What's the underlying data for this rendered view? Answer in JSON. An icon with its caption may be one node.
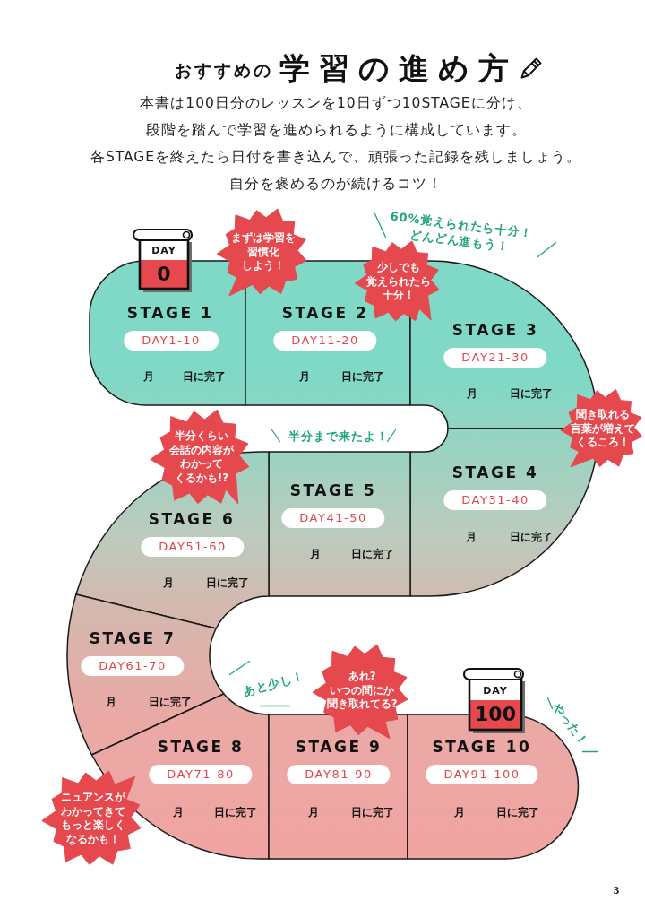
{
  "diagram": {
    "title": "学習の進め方",
    "nodes": [
      {
        "text": [
          "DAY",
          "0"
        ]
      },
      {
        "text": [
          "まずは学習を習慣化しよう！"
        ]
      },
      {
        "text": [
          "STAGE 1",
          "DAY1-10",
          "月",
          "日に完了"
        ]
      },
      {
        "text": [
          "STAGE 2",
          "DAY11-20",
          "月",
          "日に完了"
        ]
      },
      {
        "text": [
          "少しでも覚えられたら十分！"
        ]
      },
      {
        "text": [
          "STAGE 3",
          "DAY21-30",
          "月",
          "日に完了"
        ]
      },
      {
        "text": [
          "聞き取れる言葉が増えてくるころ！"
        ]
      },
      {
        "text": [
          "STAGE 4",
          "DAY31-40",
          "月",
          "日に完了"
        ]
      },
      {
        "text": [
          "半分くらい会話の内容がわかってくるかも!?"
        ]
      },
      {
        "text": [
          "STAGE 5",
          "DAY41-50",
          "月",
          "日に完了"
        ]
      },
      {
        "text": [
          "STAGE 6",
          "DAY51-60",
          "月",
          "日に完了"
        ]
      },
      {
        "text": [
          "STAGE 7",
          "DAY61-70",
          "月",
          "日に完了"
        ]
      },
      {
        "text": [
          "あれ?いつの間にか聞き取れてる?"
        ]
      },
      {
        "text": [
          "DAY",
          "100"
        ]
      },
      {
        "text": [
          "STAGE 8",
          "DAY71-80",
          "月",
          "日に完了"
        ]
      },
      {
        "text": [
          "STAGE 9",
          "DAY81-90",
          "月",
          "日に完了"
        ]
      },
      {
        "text": [
          "STAGE 10",
          "DAY91-100",
          "月",
          "日に完了"
        ]
      },
      {
        "text": [
          "ニュアンスがわかってきてもっと楽しくなるかも！"
        ]
      }
    ],
    "labels": [
      "おすすめの",
      "本書は100日分のレッスンを10日ずつ10STAGEに分け、段階を踏んで学習を進められるように構成しています。各STAGEを終えたら日付を書き込んで、頑張った記録を残しましょう。自分を褒めるのが続けるコツ！",
      "60%覚えられたら十分！どんどん進もう！",
      "半分まで来たよ！",
      "あと少し！",
      "やった！",
      "3"
    ]
  }
}
